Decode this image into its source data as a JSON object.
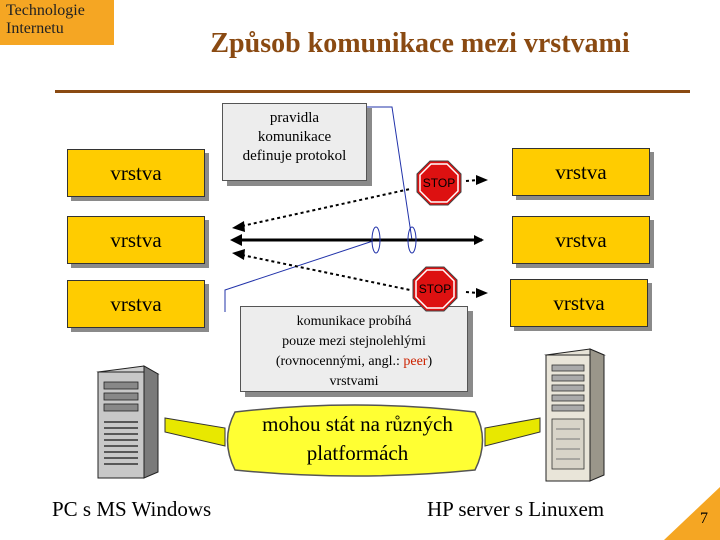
{
  "badge": {
    "line1": "Technologie",
    "line2": "Internetu"
  },
  "title": "Způsob komunikace mezi vrstvami",
  "layers_left": [
    "vrstva",
    "vrstva",
    "vrstva"
  ],
  "layers_right": [
    "vrstva",
    "vrstva",
    "vrstva"
  ],
  "note_top": {
    "line1": "pravidla",
    "line2": "komunikace",
    "line3": "definuje protokol"
  },
  "note_bottom": {
    "line1": "komunikace probíhá",
    "line2": "pouze mezi stejnolehlými",
    "line3_prefix": "(rovnocennými, angl.: ",
    "line3_peer": "peer",
    "line3_suffix": ")",
    "line4": "vrstvami"
  },
  "stop_signs": [
    "STOP",
    "STOP"
  ],
  "bubble": {
    "line1": "mohou stát na různých",
    "line2": "platformách"
  },
  "captions": {
    "left": "PC s MS Windows",
    "right": "HP server s Linuxem"
  },
  "page_number": "7",
  "colors": {
    "accent": "#f5a623",
    "title": "#8a4a12",
    "layer": "#ffcc00",
    "bubble": "#ffff33",
    "stop": "#dd1111",
    "peer": "#cc2200"
  },
  "icons": [
    "stop-sign-icon",
    "pc-tower-icon",
    "server-tower-icon"
  ]
}
